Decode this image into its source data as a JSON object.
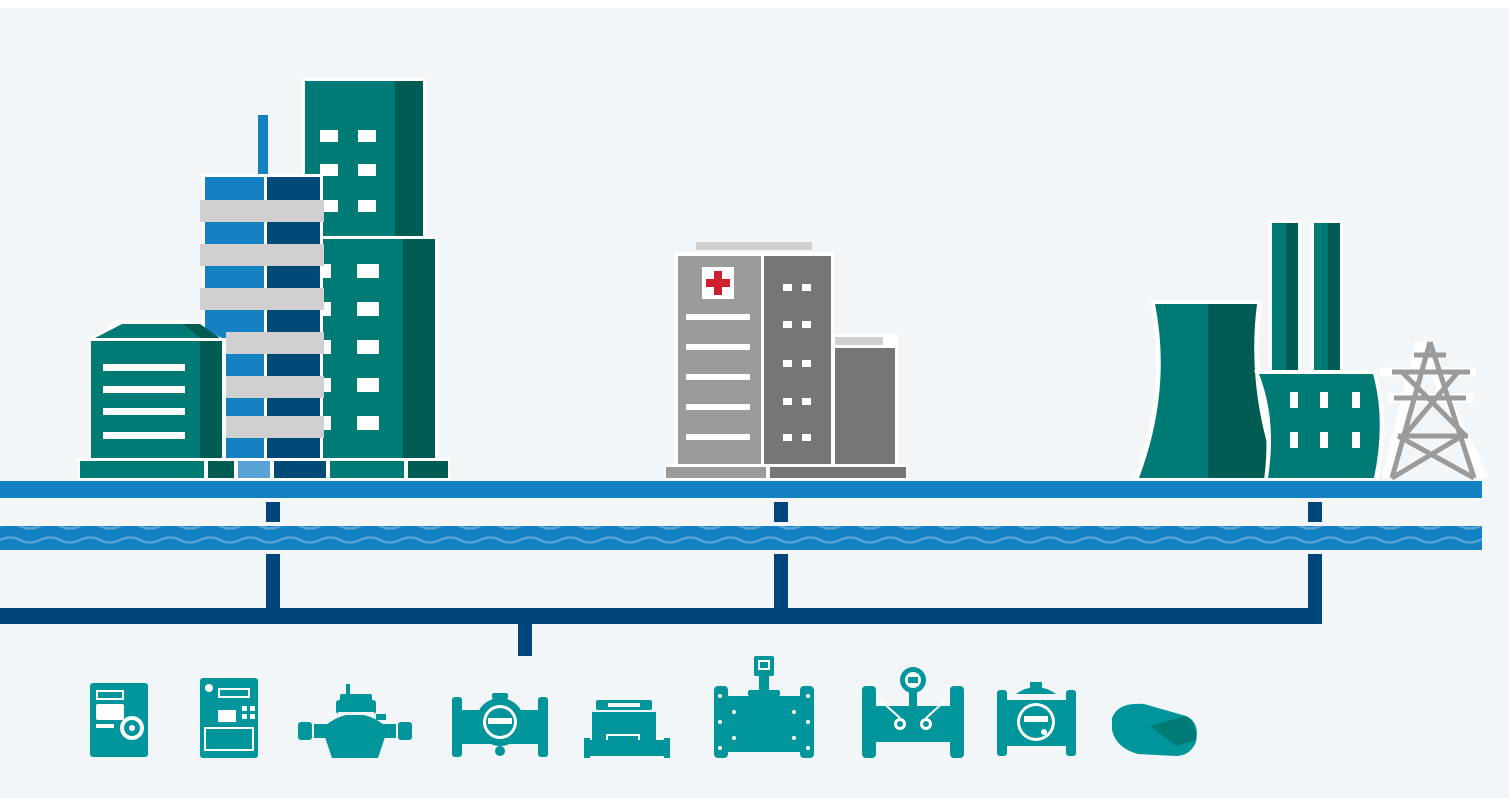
{
  "colors": {
    "background": "#f3f6f9",
    "teal": "#007a74",
    "teal_dark": "#005b52",
    "teal_meter": "#00959b",
    "blue": "#1481c3",
    "blue_dark": "#004a78",
    "blue_light": "#5aa3d6",
    "navy_pipe": "#00467a",
    "gray_light": "#9b9b9b",
    "gray_mid": "#767676",
    "gray_pale": "#d0d0d0",
    "red_cross": "#d0202d",
    "white": "#ffffff"
  },
  "scene": {
    "buildings": [
      {
        "name": "office-complex",
        "icon": "office-buildings-icon"
      },
      {
        "name": "hospital",
        "icon": "hospital-icon"
      },
      {
        "name": "power-plant",
        "icon": "power-plant-icon"
      }
    ],
    "utility_lines": [
      {
        "name": "power-line",
        "icon": "supply-line-icon"
      },
      {
        "name": "water-line",
        "icon": "water-wave-icon"
      },
      {
        "name": "data-line",
        "icon": "data-line-icon"
      }
    ],
    "meters": [
      {
        "name": "heat-meter-compact",
        "icon": "heat-meter-icon"
      },
      {
        "name": "electricity-meter",
        "icon": "electricity-meter-icon"
      },
      {
        "name": "domestic-water-meter",
        "icon": "water-meter-icon"
      },
      {
        "name": "flanged-water-meter",
        "icon": "flanged-meter-icon"
      },
      {
        "name": "gas-meter",
        "icon": "gas-meter-icon"
      },
      {
        "name": "large-flow-meter",
        "icon": "flow-meter-icon"
      },
      {
        "name": "ultrasonic-flow-meter",
        "icon": "ultrasonic-meter-icon"
      },
      {
        "name": "bulk-water-meter",
        "icon": "bulk-meter-icon"
      },
      {
        "name": "wireless-module",
        "icon": "radio-module-icon"
      }
    ]
  }
}
